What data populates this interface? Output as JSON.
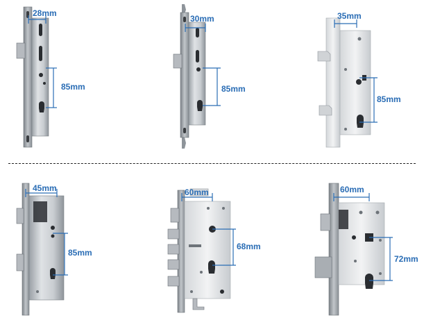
{
  "colors": {
    "dimension": "#2a6db5",
    "steel_light": "#e6e8ea",
    "steel_mid": "#c4c8cc",
    "steel_dark": "#8e949a",
    "edge": "#6d7379",
    "hole": "#2a2d31",
    "divider": "#222222"
  },
  "locks": [
    {
      "id": "lock-1",
      "backset": "28mm",
      "center_distance": "85mm",
      "style": "narrow"
    },
    {
      "id": "lock-2",
      "backset": "30mm",
      "center_distance": "85mm",
      "style": "narrow-hook"
    },
    {
      "id": "lock-3",
      "backset": "35mm",
      "center_distance": "85mm",
      "style": "medium"
    },
    {
      "id": "lock-4",
      "backset": "45mm",
      "center_distance": "85mm",
      "style": "wide"
    },
    {
      "id": "lock-5",
      "backset": "60mm",
      "center_distance": "68mm",
      "style": "multipoint"
    },
    {
      "id": "lock-6",
      "backset": "60mm",
      "center_distance": "72mm",
      "style": "square-case"
    }
  ]
}
